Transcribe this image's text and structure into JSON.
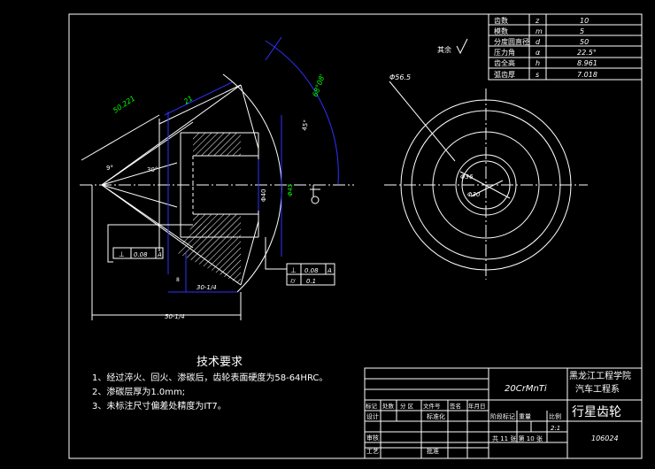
{
  "params_table": [
    {
      "name": "齿数",
      "sym": "z",
      "val": "10"
    },
    {
      "name": "模数",
      "sym": "m",
      "val": "5"
    },
    {
      "name": "分度圆直径",
      "sym": "d",
      "val": "50"
    },
    {
      "name": "压力角",
      "sym": "α",
      "val": "22.5°"
    },
    {
      "name": "齿全高",
      "sym": "h",
      "val": "8.961"
    },
    {
      "name": "弧齿厚",
      "sym": "s",
      "val": "7.018"
    }
  ],
  "roughness_label": "其余",
  "dims": {
    "slant_len": "50.221",
    "d21": "21",
    "angle_top": "68°08'",
    "angle_small": "45°",
    "angle_left": "9°",
    "angle_inner": "30°",
    "d40": "Φ40",
    "d45": "Φ45",
    "d_bore": "Φ30",
    "len_30": "30-1/4",
    "len_50": "50-1/4",
    "d56": "Φ56.5",
    "c_d36": "Φ36",
    "c_d30": "Φ30",
    "dim_8": "8"
  },
  "tolerance": {
    "left_sym": "⊥",
    "left_val": "0.08",
    "left_ref": "A",
    "right1_sym": "⊥",
    "right1_val": "0.08",
    "right1_ref": "A",
    "right2_sym": "⌭",
    "right2_val": "0.1"
  },
  "tech": {
    "title": "技术要求",
    "line1": "1、经过淬火、回火、渗碳后，齿轮表面硬度为58-64HRC。",
    "line2": "2、渗碳层厚为1.0mm;",
    "line3": "3、未标注尺寸偏差处精度为IT7。"
  },
  "title_block": {
    "material": "20CrMnTi",
    "school1": "黑龙江工程学院",
    "school2": "汽车工程系",
    "part_name": "行星齿轮",
    "drawing_no": "106024",
    "scale": "2:1",
    "row_headers": [
      "标记",
      "处数",
      "分 区",
      "文件号",
      "签名",
      "年月日"
    ],
    "h_design": "设计",
    "h_std": "标准化",
    "h_stage": "阶段标记",
    "h_weight": "重量",
    "h_scale": "比例",
    "h_check": "审核",
    "h_process": "工艺",
    "h_approve": "批准",
    "sheet": "共 11 张  第 10 张"
  }
}
